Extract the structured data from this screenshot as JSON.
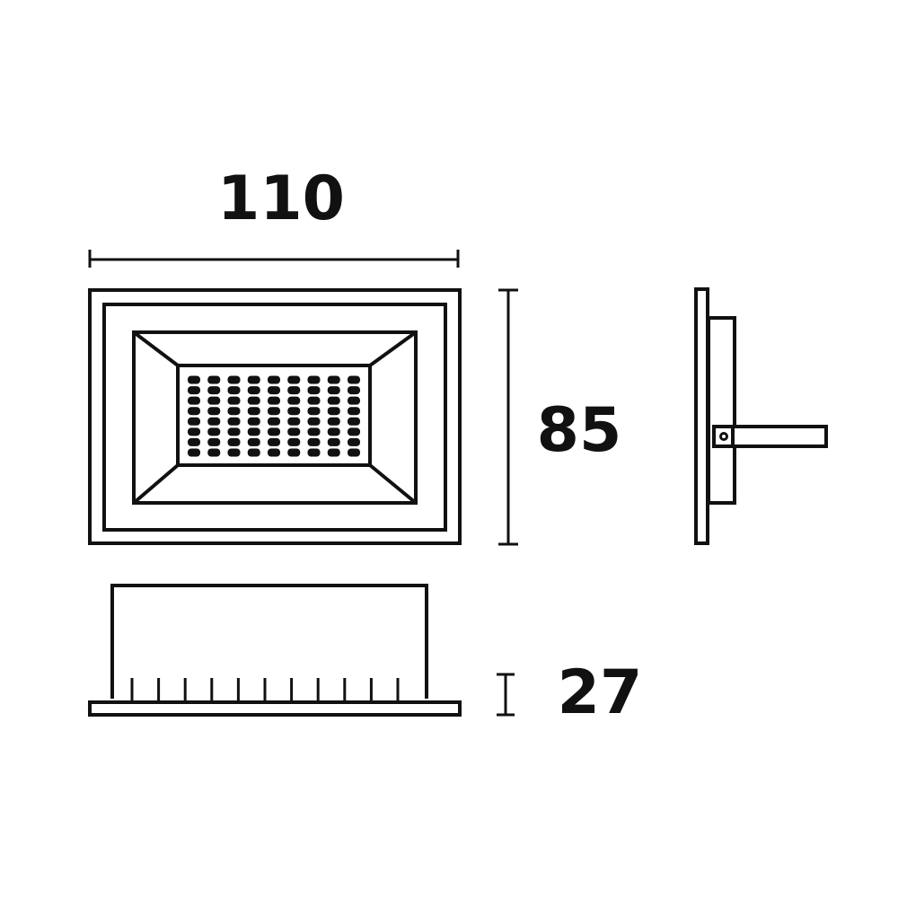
{
  "dimensions": {
    "width": "110",
    "height": "85",
    "depth": "27"
  },
  "led_grid": {
    "columns": 9,
    "rows": 8
  },
  "heatsink_fins": 11,
  "colors": {
    "stroke": "#111111",
    "background": "#ffffff"
  }
}
